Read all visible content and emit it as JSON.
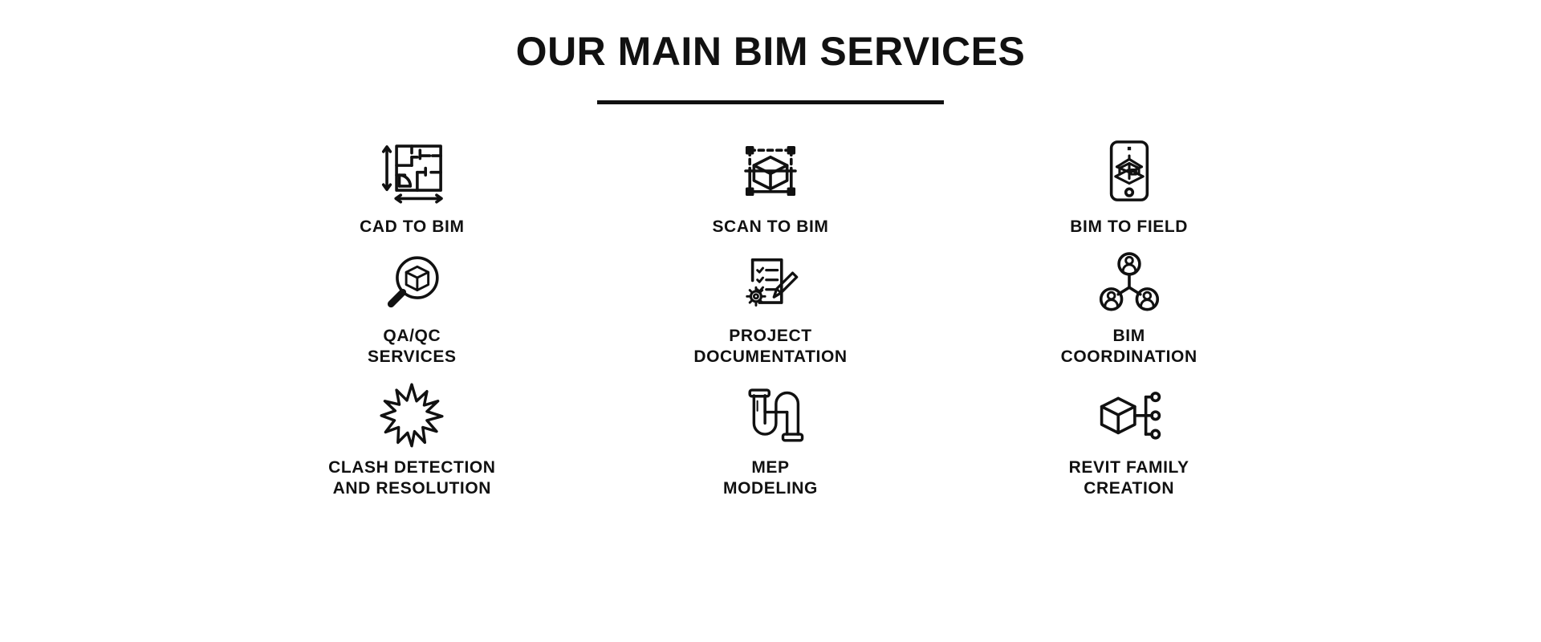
{
  "header": {
    "title": "OUR MAIN BIM SERVICES",
    "divider": true
  },
  "colors": {
    "background": "#ffffff",
    "text": "#111111",
    "stroke": "#111111"
  },
  "services": [
    {
      "label": "CAD TO BIM",
      "icon": "floor-plan-dimensions-icon",
      "row": 1,
      "column": 1
    },
    {
      "label": "SCAN TO BIM",
      "icon": "cube-scan-bounding-box-icon",
      "row": 1,
      "column": 2
    },
    {
      "label": "BIM TO FIELD",
      "icon": "tablet-building-model-icon",
      "row": 1,
      "column": 3
    },
    {
      "label": "QA/QC\nSERVICES",
      "icon": "magnifier-cube-icon",
      "row": 2,
      "column": 1
    },
    {
      "label": "PROJECT\nDOCUMENTATION",
      "icon": "checklist-pencil-gear-icon",
      "row": 2,
      "column": 2
    },
    {
      "label": "BIM\nCOORDINATION",
      "icon": "three-users-network-icon",
      "row": 2,
      "column": 3
    },
    {
      "label": "CLASH DETECTION\nAND RESOLUTION",
      "icon": "starburst-collision-icon",
      "row": 3,
      "column": 1
    },
    {
      "label": "MEP\nMODELING",
      "icon": "pipe-trap-plumbing-icon",
      "row": 3,
      "column": 2
    },
    {
      "label": "REVIT FAMILY\nCREATION",
      "icon": "cube-nodes-branch-icon",
      "row": 3,
      "column": 3
    }
  ]
}
